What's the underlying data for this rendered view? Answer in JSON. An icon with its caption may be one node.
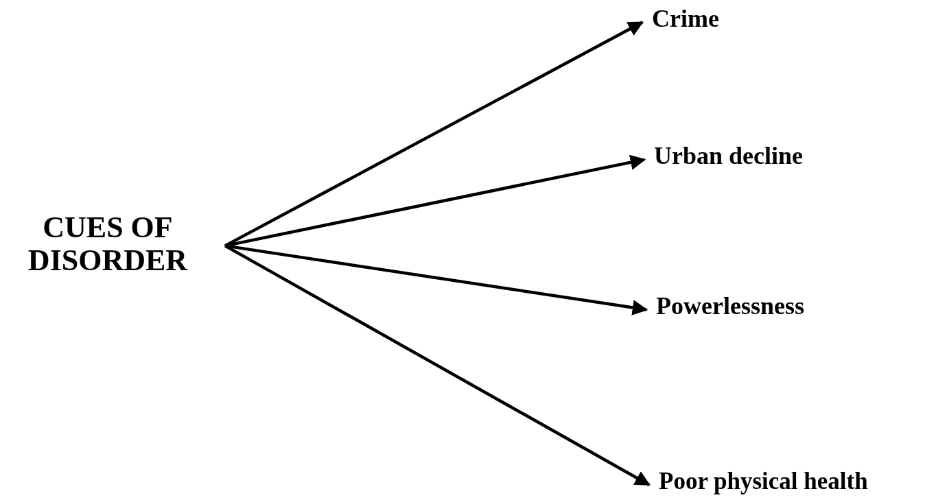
{
  "diagram": {
    "nodes": [
      {
        "text": [
          "CUES OF DISORDER"
        ]
      },
      {
        "text": [
          "Crime"
        ]
      },
      {
        "text": [
          "Urban decline"
        ]
      },
      {
        "text": [
          "Powerlessness"
        ]
      },
      {
        "text": [
          "Poor physical health"
        ]
      }
    ],
    "edges": [
      {
        "from": 0,
        "to": 1,
        "arrow": "to"
      },
      {
        "from": 0,
        "to": 2,
        "arrow": "to"
      },
      {
        "from": 0,
        "to": 3,
        "arrow": "to"
      },
      {
        "from": 0,
        "to": 4,
        "arrow": "to"
      }
    ]
  }
}
